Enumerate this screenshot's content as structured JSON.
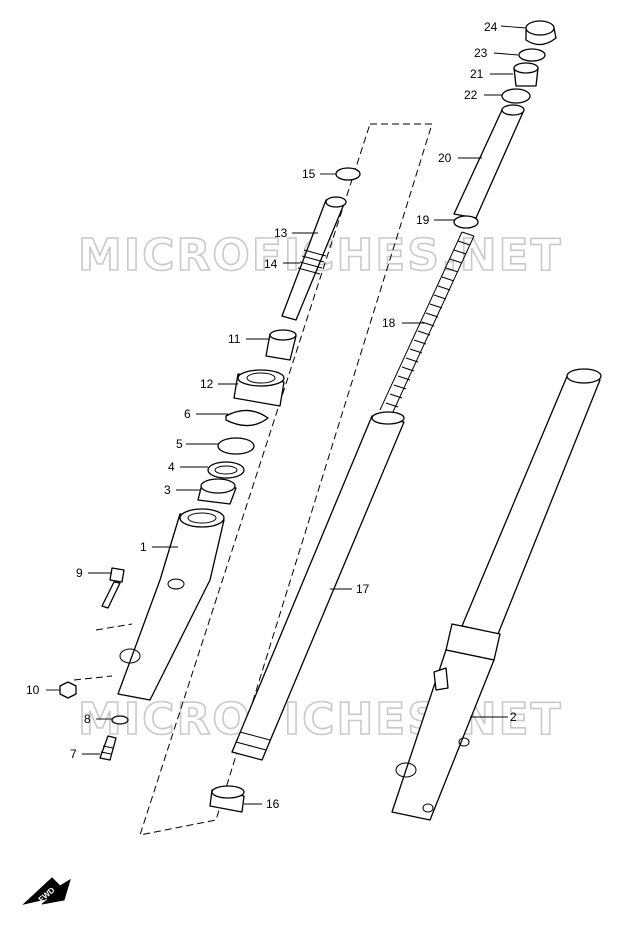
{
  "watermark": "MICROFICHES.NET",
  "fwd_label": "FWD",
  "callouts": [
    {
      "id": "c24",
      "text": "24"
    },
    {
      "id": "c23",
      "text": "23"
    },
    {
      "id": "c21",
      "text": "21"
    },
    {
      "id": "c22",
      "text": "22"
    },
    {
      "id": "c20",
      "text": "20"
    },
    {
      "id": "c19",
      "text": "19"
    },
    {
      "id": "c18",
      "text": "18"
    },
    {
      "id": "c15",
      "text": "15"
    },
    {
      "id": "c13",
      "text": "13"
    },
    {
      "id": "c14",
      "text": "14"
    },
    {
      "id": "c11",
      "text": "11"
    },
    {
      "id": "c12",
      "text": "12"
    },
    {
      "id": "c6",
      "text": "6"
    },
    {
      "id": "c5",
      "text": "5"
    },
    {
      "id": "c4",
      "text": "4"
    },
    {
      "id": "c3",
      "text": "3"
    },
    {
      "id": "c1",
      "text": "1"
    },
    {
      "id": "c9",
      "text": "9"
    },
    {
      "id": "c10",
      "text": "10"
    },
    {
      "id": "c8",
      "text": "8"
    },
    {
      "id": "c7",
      "text": "7"
    },
    {
      "id": "c17",
      "text": "17"
    },
    {
      "id": "c16",
      "text": "16"
    },
    {
      "id": "c2",
      "text": "2"
    }
  ]
}
